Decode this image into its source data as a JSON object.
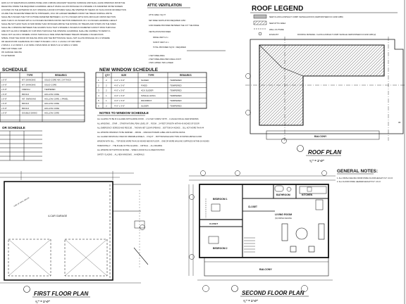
{
  "notes_top_left": {
    "lines": [
      "LESS 1/2 OF SHEATHING/CLADDING PANEL AND 4 ABOVE ADJACENT WALKING SURFACE AND SHALL HAVE OPENINGS FROM THE",
      "RELIEVING INSIDE THE REQUIRED GUARDRAIL HEIGHT WHICH ALLOW PASSAGE OF A SPHERE 4 IN DIAMETER OR BE SCREEN",
      "LOCATED ON THE EXTERIOR OF ANY OPENING A DOOR FIXTURES SHALL BE STEPPED BY MEANS OF SUCH DOOR OR DIRECTION",
      "AS ARE THE INCHES BETWEEN BOTH STRINGERS, 2X12 OR LARGER MEMBERS FROM THE TREAD NOMINAL WIDTH",
      "SHALL BE 6 INCHES THE TOP OUTSIDE DIAMETER BETWEEN 1 1/4 TO 2 INCHES WITH NON-CIRCULAR CROSS SECTION",
      "LESS THAN 6 1/4 INCHES WITH 4 1/2 INCHES MAXIMUM CROSS SECTION DIMENSION OF 2 1/4 INCHES HANDRAIL HEIGHT",
      "SHALL BE NOT LESS THAN 34 NOR MORE THAN 38 INCHES ABOVE THE NOSING OF TREADS AND STAIRS ON THE SIDES",
      "SHALL BE 4 OPENING BETWEEN THE GUARDS SUCH THAT A SPHERE 4 INCHES IN DIAMETER CANNOT PASS THROUGH",
      "ARE NOT ALLOW A SPHERE OF 6 3/8 PASS THROUGH THE OPENING GUARDRAIL SHALL BE CAPABLE TO RESIST A",
      "SHALL NOT ALLOW A SPHERE 4 PASS THROUGH A SIDE OPEN BETWEEN TREADS SPHERE 4 INCHES PASS",
      "SPIRAL STAIR THE DOOR OR RAILING PASS AND THE BOTTOM RAIL SHALL NOT ALLOW PASSAGE OF A 4 SPHERE",
      "OR HEAD ROOM CLEARANCE OF 6 FEET 8 INCHES 1. DO 2. 2 LAUGH 1.57.000 SPAN",
      "2 SPAN   4. 2 1/4 SPAN 5. 2 1/2 SPAN 2 SPAN   SPAN 16 SPAN 5.12 12 SPAN 2 4 SPAN",
      "PIER CAP  STEEL CAP",
      "ON GARAGE CEILING",
      "TO EXTERIOR"
    ]
  },
  "attic": {
    "title": "ATTIC VENTILATION",
    "lines": [
      "ATTIC AREA: SQ FT",
      "NET FREE VENTILATION REQUIRED 1/150 :",
      "1/300 WHERE PROVIDED BETWEEN THE 3 FT THE RIDGE",
      "VENTILATION PROVIDED:",
      "RIDGE VENT  LF x",
      "SOFFIT VENT  LF x",
      "TOTAL PROVIDED  SQ IN  >  REQUIRED",
      "1 NET FREE AREA",
      "2 NET FREE AREA PER LINEAL FOOT",
      "3 50% UPPER / 50% LOWER"
    ]
  },
  "left_schedule": {
    "title": "SCHEDULE",
    "headers": [
      "",
      "TYPE",
      "REMARKS"
    ],
    "rows": [
      [
        "x 6'-8\"",
        "MT. SWINGING",
        "SOLID CORE 4M 1 3/4 THICK"
      ],
      [
        "x 6'-8\"",
        "MT. SWINGING",
        "SOLID CORE"
      ],
      [
        "x 6'-8\"",
        "FRENCH",
        "TEMPERED"
      ],
      [
        "x 6'-8\"",
        "BIFOLD",
        "HOLLOW CORE"
      ],
      [
        "x 6'-8\"",
        "INT. SWINGING",
        "HOLLOW CORE, 1 PANEL"
      ],
      [
        "x 6'-8\"",
        "BIFOLD",
        "HOLLOW CORE"
      ],
      [
        "x 6'-8\"",
        "BIFOLD",
        "HOLLOW CORE"
      ],
      [
        "x 6'-8\"",
        "DOUBLE SWING",
        "HOLLOW CORE"
      ],
      [
        "",
        "",
        ""
      ]
    ]
  },
  "window_schedule": {
    "title": "NEW WINDOW SCHEDULE",
    "headers": [
      "",
      "QTY",
      "SIZE",
      "TYPE",
      "REMARKS"
    ],
    "rows": [
      [
        "1",
        "2",
        "4'-0\" x 3'-0\"",
        "SLIDER",
        "TEMPERED"
      ],
      [
        "2",
        "2",
        "4'-0\" x 3'-0\"",
        "FIXED",
        "TEMPERED"
      ],
      [
        "3",
        "2",
        "4'-0\" x 3'-0\"",
        "4CK SLIDER",
        "TEMPERED"
      ],
      [
        "4",
        "1",
        "4'-0\" x 3'-0\"",
        "SINGLE HUNG",
        "TEMPERED"
      ],
      [
        "5",
        "1",
        "4'-0\" x 3'-0\"",
        "DRAWBOX",
        "TEMPERED"
      ],
      [
        "6",
        "2",
        "4'-0\" x 3'-0\"",
        "SLIDER",
        "TEMPERED"
      ]
    ],
    "notes_title": "NOTES TO WINDOW SCHEDULE",
    "notes": [
      "ALL GLAZING TO BE IN A GLAZED ANTIFLAMING DOOR ... 1.5.2 MAY COMPLY WITH ... U-VALUE FOR ALL NEW WINDOWS",
      "ALL WINDOWS ... STAIR ... OTHER NATURAL PEAK LEVEL OF ... ROOM ... 24 FEET OR BOTH WITHIN 40 INCHES OF DOOR",
      "ALL EMERGENCY EGRESS AND RESCUE ... THE MIN NET CLEAR OPENING ... BOTTOM 24 INCHES ... SILL NOT MORE THAN 44",
      "ALL WINDOW OPENINGS TO BE VERIFIED ... ABOVE ... MANUFACTURERS LABEL AND FLASHING DETAIL",
      "ALL GLAZED INDIVIDUAL FIXED OR OPERABLE PANELS ... 9 SQ FT ... BOTTOM EDGE LESS THAN 18 INCHES ABOVE FLOOR",
      "WINDOW WITH SILL ... TOP EDGE MORE THAN 36 INCHES ABOVE FLOOR ... ONE OR MORE WALKING SURFACES WITHIN 36 INCHES",
      "HORIZONTALLY ... THE PLANE OF THE GLAZING ... CRITICAL ... ALL FRAMING",
      "ALL WINDOW NOT WITHIN 60 INCHES ... WHEN A DOOR IN A CLOSED POSITION",
      "SAFETY GLAZING ... ALL NEW WINDOWS ... HANDRAILS"
    ]
  },
  "roof_legend": {
    "title": "ROOF LEGEND",
    "items": [
      {
        "key": "NEW CLASS A ASPHALT COMP. SHINGLE ROOF (CERTAINTEED ICC ESR 1389)"
      },
      {
        "key": "NEW ATTIC AREA"
      },
      {
        "key": "WALL OUTSIDE"
      },
      {
        "key": "EXHAUST",
        "note": "ROOFING MATERIAL: CLASS A ASPHALT COMP. SHINGLE CERTAINTEED ICC ESR 1389 (2)"
      }
    ]
  },
  "roof_plan": {
    "title": "ROOF PLAN",
    "scale": "¼\" = 1'-0\"",
    "balcony_label": "BALCONY",
    "sheet_number": "05"
  },
  "general_notes": {
    "title": "GENERAL NOTES:",
    "items": [
      "1. ALL FINISH CEILING FROM FINISH FLOOR HEIGHT 9'-0\" U.N.O",
      "2. ALL FLOOR FINISH HEADER HEIGHT 8'-0\" U.N.O"
    ]
  },
  "first_floor": {
    "title": "FIRST FLOOR PLAN",
    "scale": "¼\" = 1'-0\"",
    "garage_label": "4-CAR GARAGE",
    "stair_label": "LINE OF WALL ABOVE"
  },
  "second_floor": {
    "title": "SECOND FLOOR PLAN",
    "scale": "¼\" = 1'-0\"",
    "rooms": {
      "bath": "BATHROOM",
      "kitchen": "KITCHEN",
      "bed1": "BEDROOM 1",
      "bed2": "BEDROOM 2",
      "closet": "CLOSET",
      "closet2": "CLOSET",
      "living": "LIVING ROOM",
      "living_sub": "(N) FINISH CEILING",
      "balcony": "BALCONY"
    }
  }
}
